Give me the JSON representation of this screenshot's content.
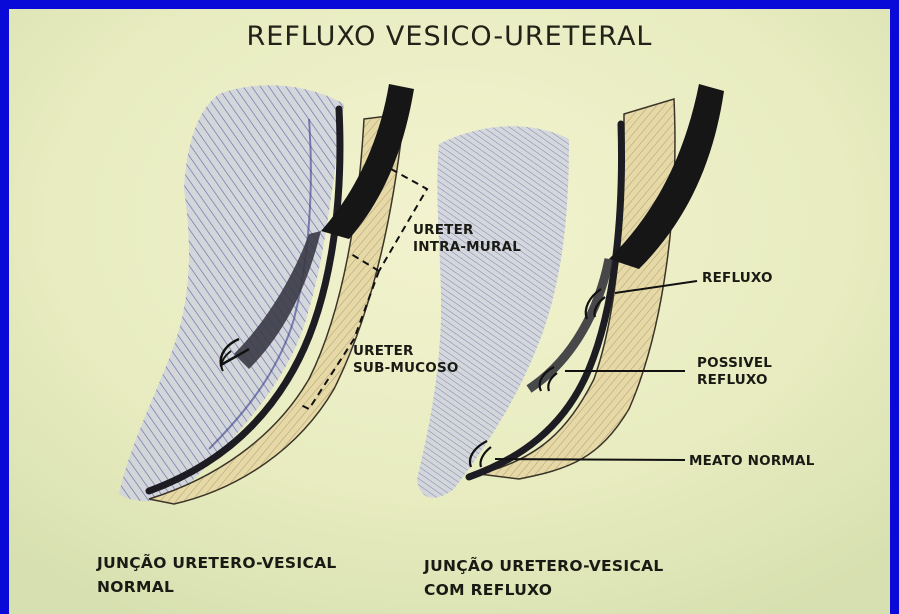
{
  "title": "REFLUXO VESICO-URETERAL",
  "labels": {
    "ureter_intramural": [
      "URETER",
      "INTRA-MURAL"
    ],
    "ureter_submucoso": [
      "URETER",
      "SUB-MUCOSO"
    ],
    "refluxo": "REFLUXO",
    "possivel_refluxo": [
      "POSSIVEL",
      "REFLUXO"
    ],
    "meato_normal": "MEATO NORMAL"
  },
  "captions": {
    "left": [
      "JUNÇÃO URETERO-VESICAL",
      "NORMAL"
    ],
    "right": [
      "JUNÇÃO URETERO-VESICAL",
      "COM REFLUXO"
    ]
  },
  "colors": {
    "frame": "#0a0ad8",
    "background": "#eef0c4",
    "ink": "#1a1a14",
    "hatch_blue": "#4a4e9a"
  }
}
